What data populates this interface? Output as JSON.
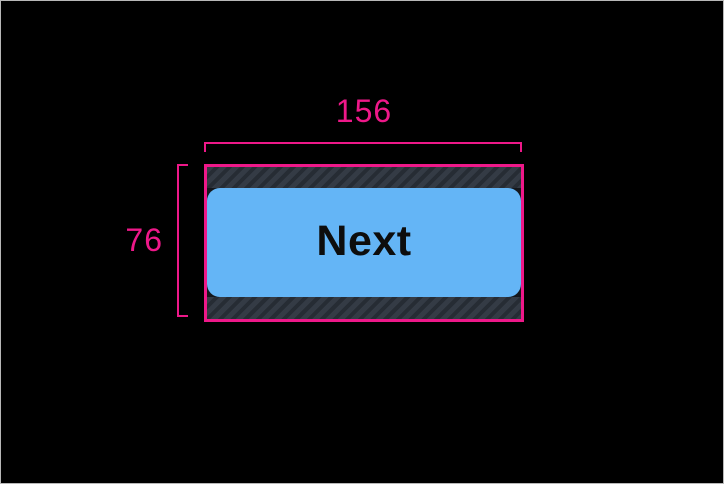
{
  "measurements": {
    "width_label": "156",
    "height_label": "76"
  },
  "button": {
    "label": "Next"
  },
  "colors": {
    "accent_pink": "#ee1889",
    "button_blue": "#64b5f6",
    "hatch_bg": "#343b45",
    "hatch_stripe": "#262c34",
    "button_text": "#0d0d0d",
    "canvas_bg": "#000000",
    "frame_border": "#b8b8b8"
  }
}
